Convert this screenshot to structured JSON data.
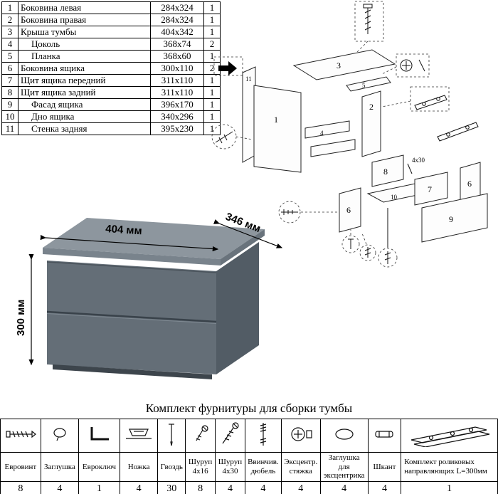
{
  "parts": {
    "rows": [
      {
        "num": "1",
        "name": "Боковина левая",
        "size": "284х324",
        "qty": "1"
      },
      {
        "num": "2",
        "name": "Боковина правая",
        "size": "284х324",
        "qty": "1"
      },
      {
        "num": "3",
        "name": "Крыша тумбы",
        "size": "404х342",
        "qty": "1"
      },
      {
        "num": "4",
        "name": "Цоколь",
        "size": "368х74",
        "qty": "2"
      },
      {
        "num": "5",
        "name": "Планка",
        "size": "368х60",
        "qty": "1"
      },
      {
        "num": "6",
        "name": "Боковина ящика",
        "size": "300х110",
        "qty": "2"
      },
      {
        "num": "7",
        "name": "Щит ящика передний",
        "size": "311х110",
        "qty": "1"
      },
      {
        "num": "8",
        "name": "Щит ящика задний",
        "size": "311х110",
        "qty": "1"
      },
      {
        "num": "9",
        "name": "Фасад ящика",
        "size": "396х170",
        "qty": "1"
      },
      {
        "num": "10",
        "name": "Дно ящика",
        "size": "340х296",
        "qty": "1"
      },
      {
        "num": "11",
        "name": "Стенка задняя",
        "size": "395х230",
        "qty": "1"
      }
    ]
  },
  "cabinet": {
    "width": "404 мм",
    "depth": "346 мм",
    "height": "300 мм"
  },
  "exploded": {
    "n1": "1",
    "n2": "2",
    "n3": "3",
    "n4": "4",
    "n5": "5",
    "n6": "6",
    "n7": "7",
    "n8": "8",
    "n9": "9",
    "n10": "10",
    "n11": "11",
    "screw_note": "4х30"
  },
  "hardware": {
    "title": "Комплект фурнитуры для сборки тумбы",
    "items": [
      {
        "label": "Евровинт",
        "qty": "8"
      },
      {
        "label": "Заглушка",
        "qty": "4"
      },
      {
        "label": "Евроключ",
        "qty": "1"
      },
      {
        "label": "Ножка",
        "qty": "4"
      },
      {
        "label": "Гвоздь",
        "qty": "30"
      },
      {
        "label": "Шуруп 4х16",
        "qty": "8"
      },
      {
        "label": "Шуруп 4х30",
        "qty": "4"
      },
      {
        "label": "Ввинчив. дюбель",
        "qty": "4"
      },
      {
        "label": "Эксцентр. стяжка",
        "qty": "4"
      },
      {
        "label": "Заглушка для эксцентрика",
        "qty": "4"
      },
      {
        "label": "Шкант",
        "qty": "4"
      },
      {
        "label": "Комплект роликовых направляющих L=300мм",
        "qty": "1"
      }
    ]
  }
}
